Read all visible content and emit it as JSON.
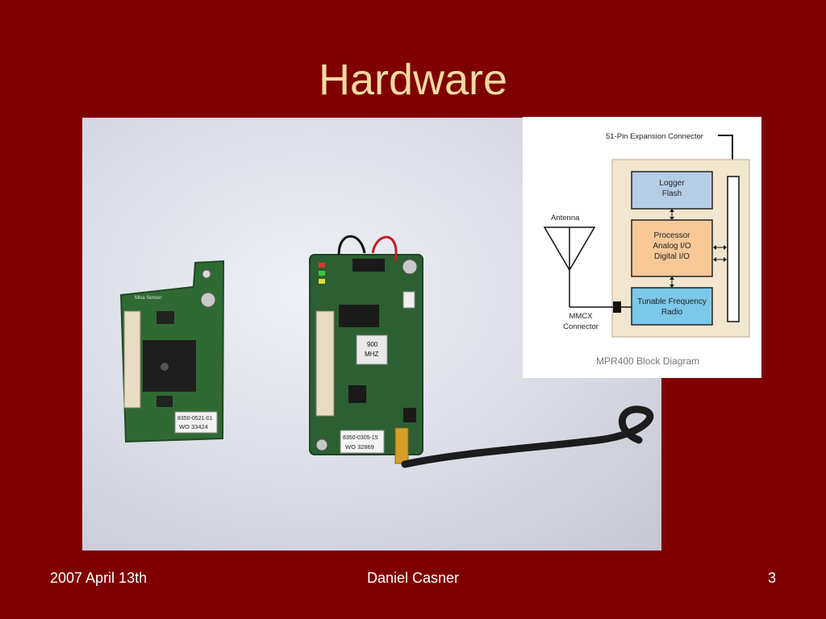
{
  "slide": {
    "title": "Hardware",
    "footer": {
      "date": "2007 April 13th",
      "author": "Daniel Casner",
      "page": "3"
    }
  },
  "photo": {
    "board_left": {
      "silk_label": "Mica Sensor",
      "sticker_line1": "8350-0521-01",
      "sticker_line2": "WO 33424"
    },
    "board_right": {
      "crystal_line1": "900",
      "crystal_line2": "MHZ",
      "sticker_line1": "8350-0305-15",
      "sticker_line2": "WO 32869"
    }
  },
  "block_diagram": {
    "expansion_label": "51-Pin Expansion Connector",
    "logger_line1": "Logger",
    "logger_line2": "Flash",
    "processor_line1": "Processor",
    "processor_line2": "Analog I/O",
    "processor_line3": "Digital I/O",
    "radio_line1": "Tunable Frequency",
    "radio_line2": "Radio",
    "antenna_label": "Antenna",
    "connector_line1": "MMCX",
    "connector_line2": "Connector",
    "caption": "MPR400 Block Diagram",
    "colors": {
      "panel": "#f3e6cf",
      "logger": "#b6cde6",
      "processor": "#f7c896",
      "radio": "#7cc8ea"
    }
  }
}
